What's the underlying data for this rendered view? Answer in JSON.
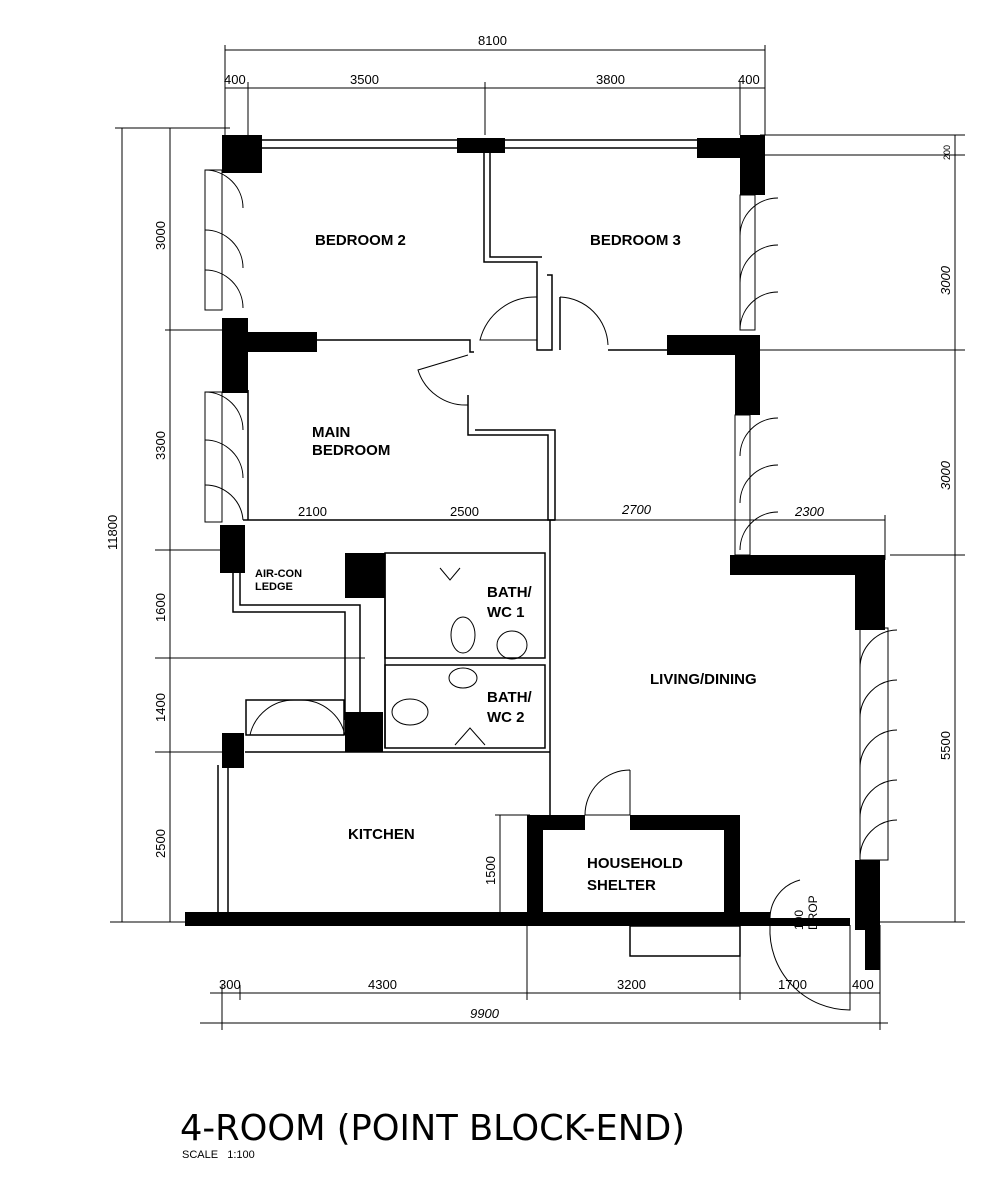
{
  "rooms": {
    "bedroom2": "BEDROOM 2",
    "bedroom3": "BEDROOM 3",
    "main_bedroom_1": "MAIN",
    "main_bedroom_2": "BEDROOM",
    "aircon_1": "AIR-CON",
    "aircon_2": "LEDGE",
    "bath1_1": "BATH/",
    "bath1_2": "WC 1",
    "bath2_1": "BATH/",
    "bath2_2": "WC 2",
    "living": "LIVING/DINING",
    "kitchen": "KITCHEN",
    "shelter_1": "HOUSEHOLD",
    "shelter_2": "SHELTER",
    "drop_1": "100",
    "drop_2": "DROP"
  },
  "dimensions": {
    "top_total": "8100",
    "top": [
      "400",
      "3500",
      "3800",
      "400"
    ],
    "left_total": "11800",
    "left": [
      "3000",
      "3300",
      "1600",
      "1400",
      "2500"
    ],
    "right_top": [
      "200",
      "3000",
      "3000"
    ],
    "right_living": "5500",
    "mid": [
      "2100",
      "2500",
      "2700",
      "2300"
    ],
    "shelter": "1500",
    "bottom": [
      "300",
      "4300",
      "3200",
      "1700",
      "400"
    ],
    "bottom_total": "9900"
  },
  "title": "4-ROOM (POINT BLOCK-END)",
  "scale": "SCALE   1:100"
}
